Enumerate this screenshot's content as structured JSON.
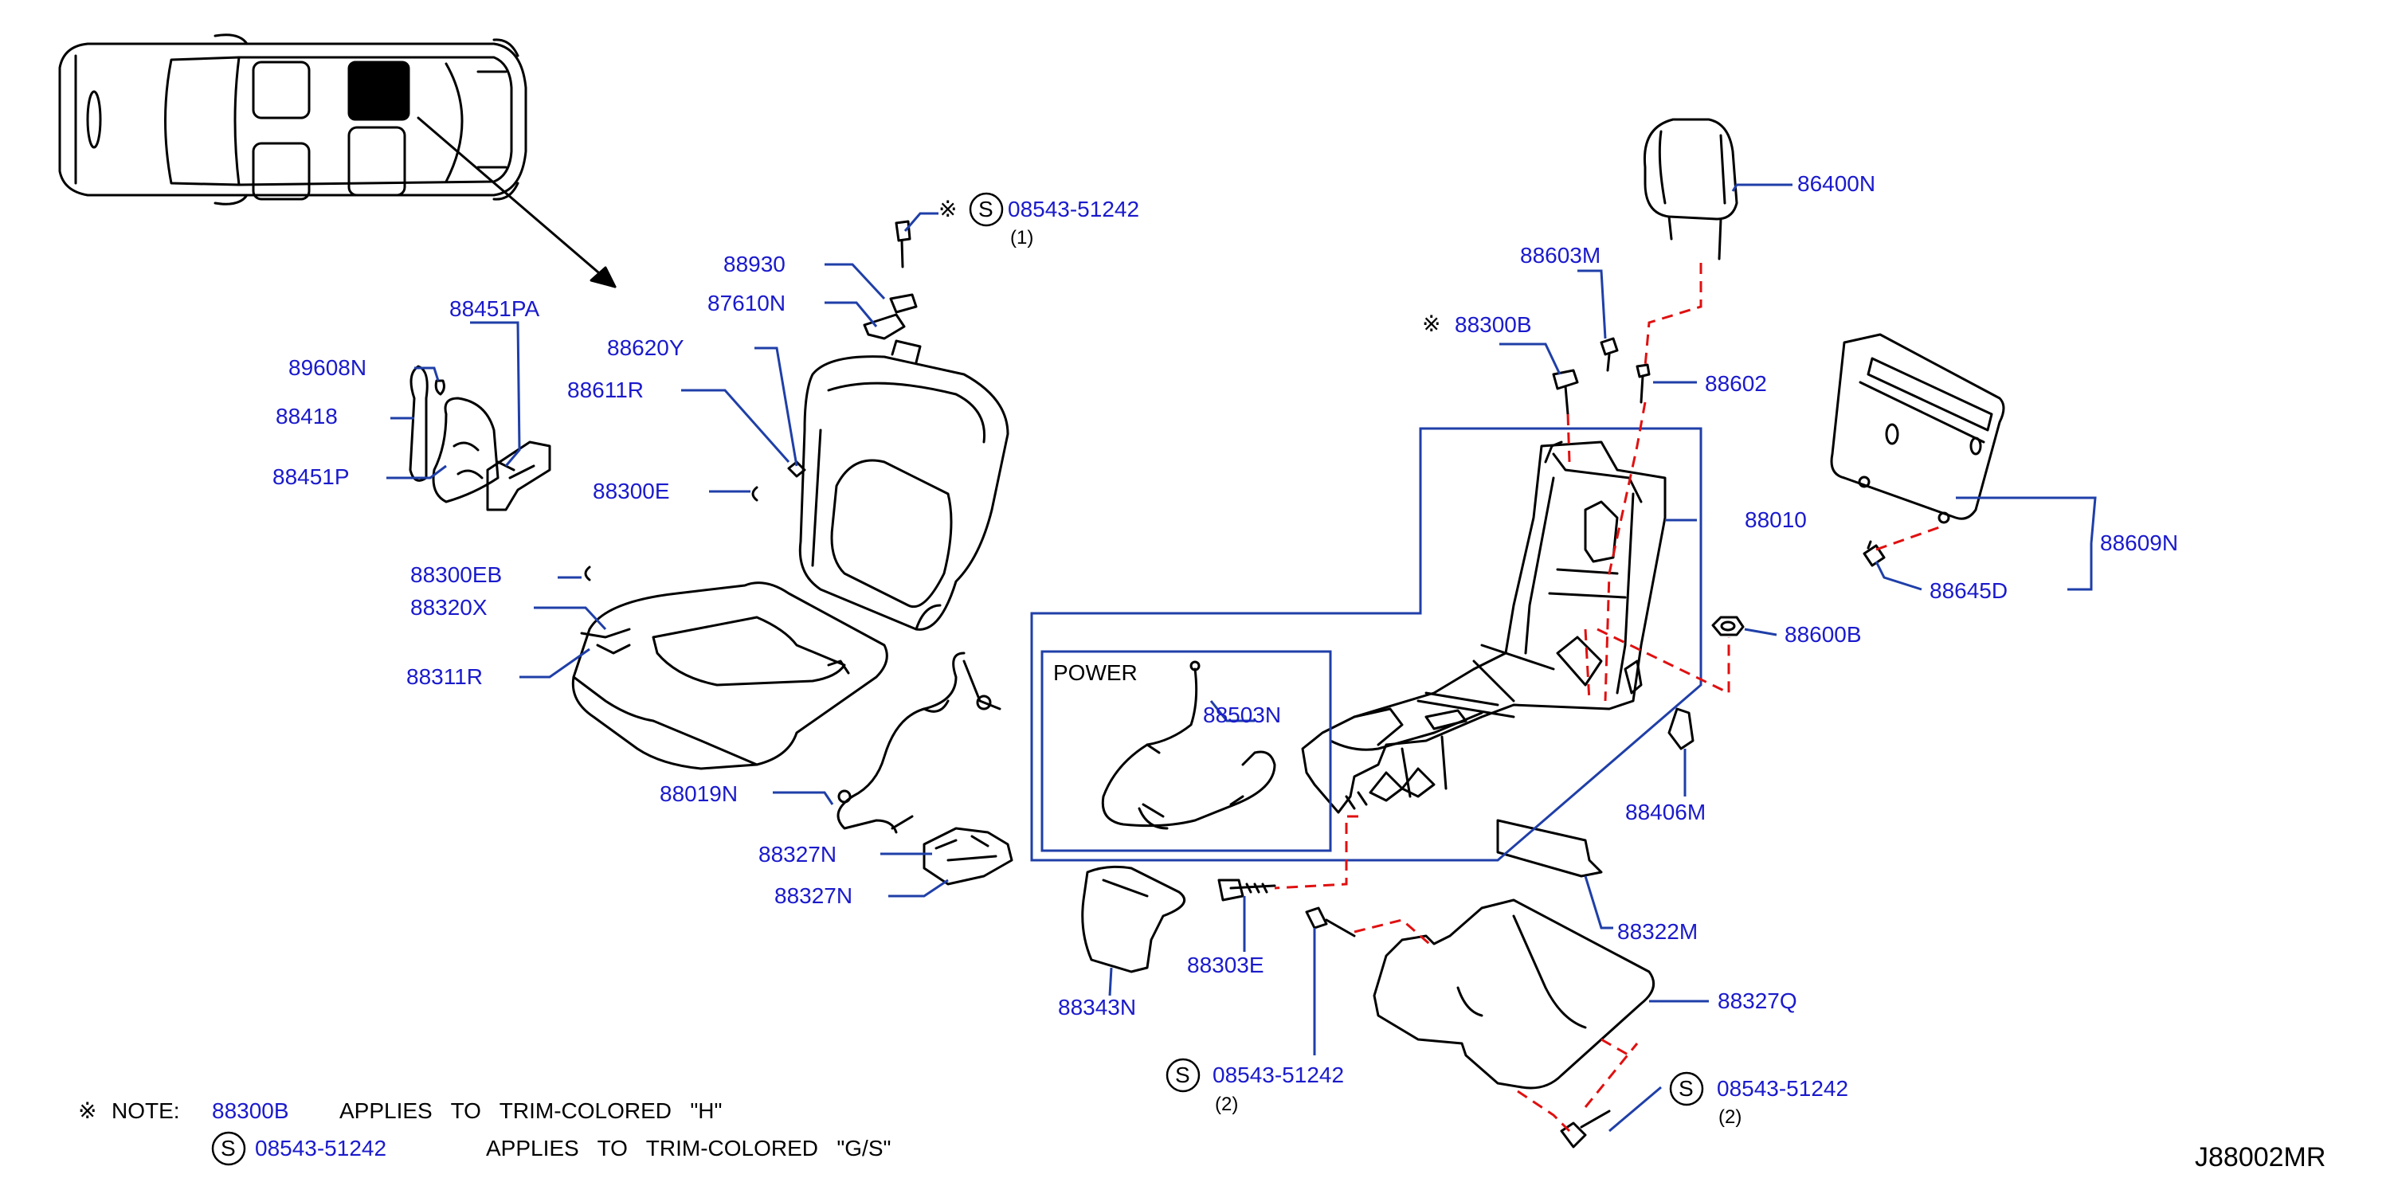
{
  "diagram_code": "J88002MR",
  "power_box_label": "POWER",
  "note": {
    "mark": "※",
    "prefix": "NOTE:",
    "part1": "88300B",
    "text1": "APPLIES   TO   TRIM-COLORED   \"H\"",
    "s_symbol": "S",
    "part2": "08543-51242",
    "text2": "APPLIES   TO   TRIM-COLORED   \"G/S\""
  },
  "special_mark": "※",
  "s_symbol": "S",
  "parts": {
    "p08543_top": "08543-51242",
    "p08543_top_qty": "(1)",
    "p88930": "88930",
    "p87610N": "87610N",
    "p88451PA": "88451PA",
    "p88620Y": "88620Y",
    "p89608N": "89608N",
    "p88611R": "88611R",
    "p88418": "88418",
    "p88451P": "88451P",
    "p88300E": "88300E",
    "p88300EB": "88300EB",
    "p88320X": "88320X",
    "p88311R": "88311R",
    "p88019N": "88019N",
    "p88327N_a": "88327N",
    "p88327N_b": "88327N",
    "p88503N": "88503N",
    "p88343N": "88343N",
    "p88303E": "88303E",
    "p08543_mid": "08543-51242",
    "p08543_mid_qty": "(2)",
    "p86400N": "86400N",
    "p88603M": "88603M",
    "p88300B": "88300B",
    "p88602": "88602",
    "p88010": "88010",
    "p88609N": "88609N",
    "p88645D": "88645D",
    "p88600B": "88600B",
    "p88406M": "88406M",
    "p88322M": "88322M",
    "p88327Q": "88327Q",
    "p08543_right": "08543-51242",
    "p08543_right_qty": "(2)"
  },
  "colors": {
    "leader": "#1f3fa8",
    "dashed": "#e01010",
    "label": "#1a1acc",
    "outline": "#000000"
  }
}
